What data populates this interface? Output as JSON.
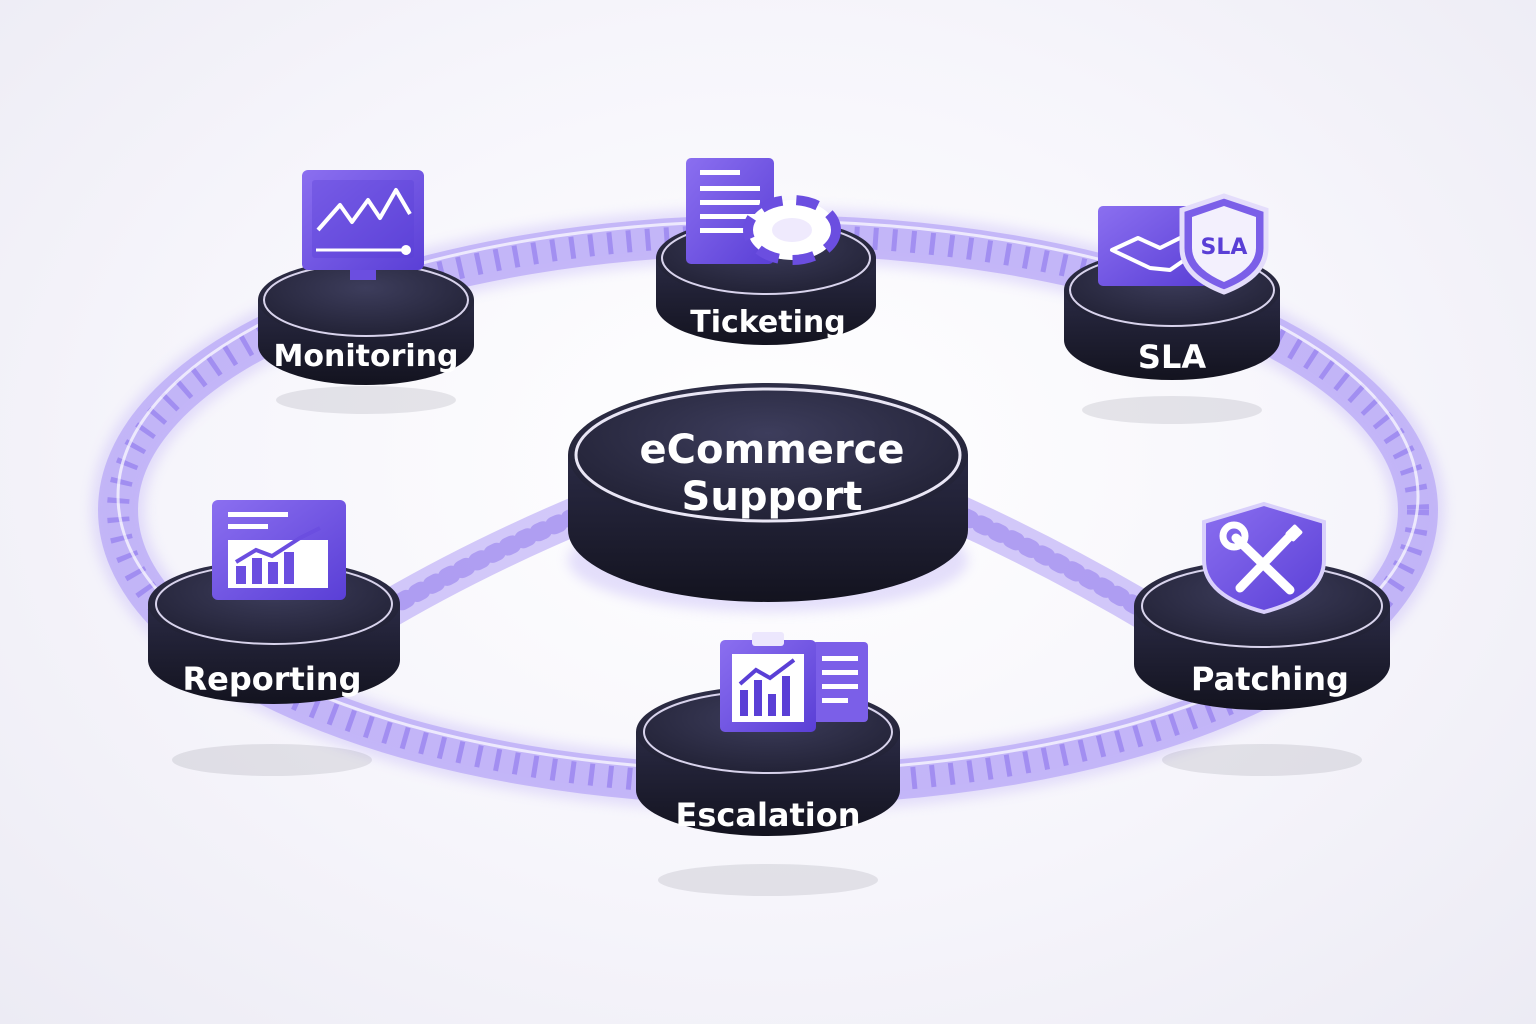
{
  "hub": {
    "line1": "eCommerce",
    "line2": "Support"
  },
  "nodes": [
    {
      "id": "monitoring",
      "label": "Monitoring",
      "icon": "monitoring-chart-icon"
    },
    {
      "id": "ticketing",
      "label": "Ticketing",
      "icon": "ticket-lifebuoy-icon"
    },
    {
      "id": "sla",
      "label": "SLA",
      "icon": "handshake-shield-icon",
      "badge": "SLA"
    },
    {
      "id": "reporting",
      "label": "Reporting",
      "icon": "report-chart-icon"
    },
    {
      "id": "escalation",
      "label": "Escalation",
      "icon": "clipboard-chart-icon"
    },
    {
      "id": "patching",
      "label": "Patching",
      "icon": "wrench-screwdriver-shield-icon"
    }
  ],
  "colors": {
    "accent": "#6b4ee0",
    "accent_light": "#9c88f2",
    "puck": "#23233a",
    "tube": "#a996f5"
  }
}
